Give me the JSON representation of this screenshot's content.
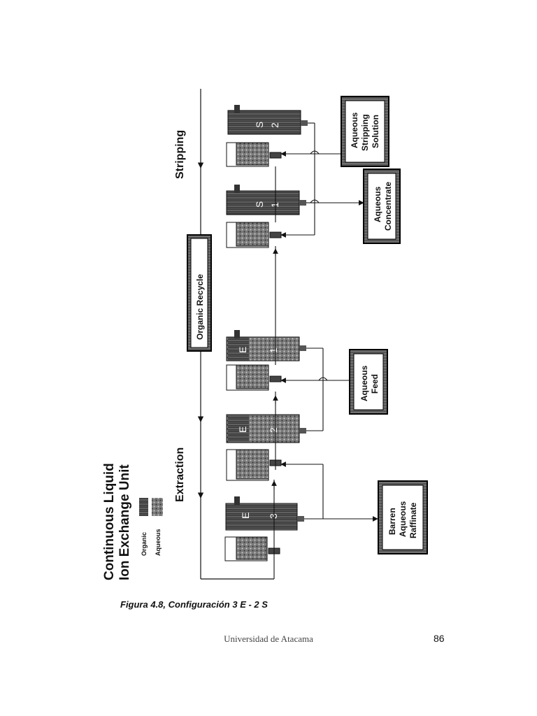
{
  "figure": {
    "title_line1": "Continuous Liquid",
    "title_line2": "Ion Exchange Unit",
    "legend": {
      "organic_label": "Organic",
      "aqueous_label": "Aqueous"
    },
    "section_extraction": "Extraction",
    "section_stripping": "Stripping",
    "organic_recycle_label": "Organic Recycle",
    "units": [
      {
        "stage": "E",
        "number": "3"
      },
      {
        "stage": "E",
        "number": "2"
      },
      {
        "stage": "E",
        "number": "1"
      },
      {
        "stage": "S",
        "number": "1"
      },
      {
        "stage": "S",
        "number": "2"
      }
    ],
    "boxes": {
      "barren": [
        "Barren",
        "Aqueous",
        "Raffinate"
      ],
      "feed": [
        "Aqueous",
        "Feed"
      ],
      "concentrate": [
        "Aqueous",
        "Concentrate"
      ],
      "stripping": [
        "Aqueous",
        "Stripping",
        "Solution"
      ]
    }
  },
  "caption": "Figura 4.8, Configuración 3 E - 2 S",
  "footer": {
    "institution": "Universidad de Atacama",
    "page_number": "86"
  }
}
